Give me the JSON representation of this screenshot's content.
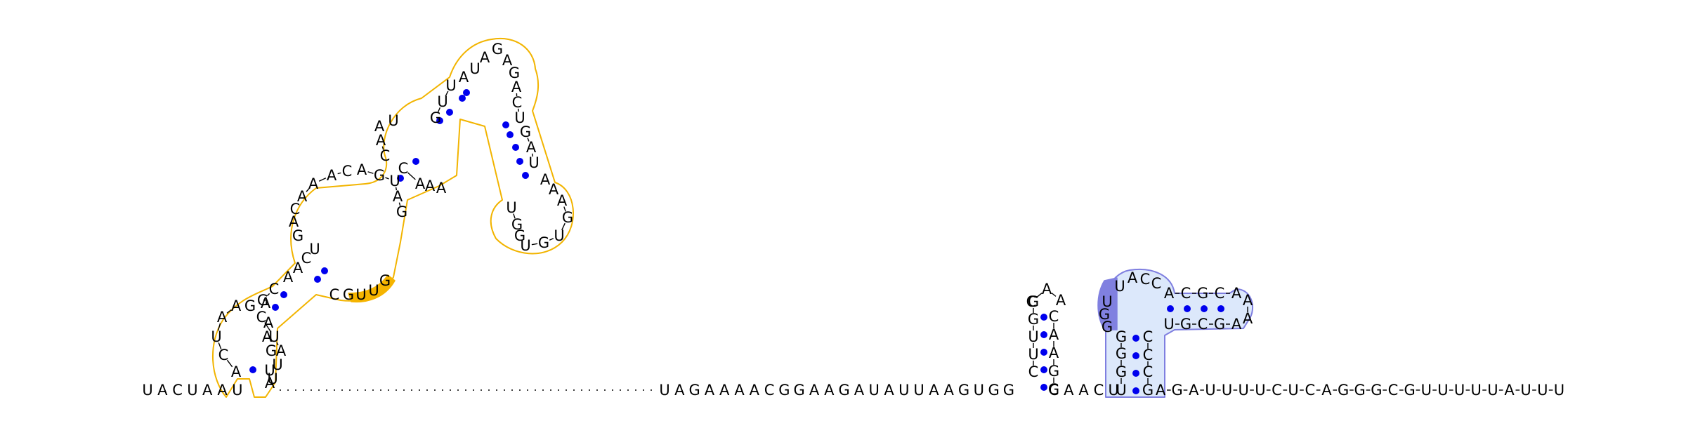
{
  "colors": {
    "background": "#ffffff",
    "letters": "#000000",
    "pair_dot": "#0000ee",
    "outline_orange": "#f2b400",
    "highlight_orange": "#f5b400",
    "outline_blue": "#7f7fe0",
    "fill_blue": "#dce8fb",
    "highlight_purple": "#8080e0"
  },
  "sequence": {
    "left_tail": [
      "U",
      "A",
      "C",
      "U",
      "A",
      "A",
      "U"
    ],
    "left_hairpin": {
      "five_prime_stem": [
        "A",
        "C",
        "U",
        "A",
        "A",
        "G",
        "G",
        "C"
      ],
      "apical_loop": [
        "A",
        "C",
        "U",
        "A",
        "U",
        "U"
      ],
      "three_prime_stem": [
        "A",
        "A",
        "G"
      ],
      "closing": [
        "U",
        "A"
      ]
    },
    "orange_domain_rows": [
      [
        "A",
        "A",
        "C",
        "U"
      ],
      [
        "C",
        "G",
        "U",
        "U",
        "G"
      ],
      [
        "G",
        "A",
        "C",
        "A",
        "A",
        "A",
        "C"
      ],
      [
        "A",
        "G",
        "U",
        "A",
        "G"
      ],
      [
        "U",
        "A",
        "A",
        "C"
      ],
      [
        "C",
        "A",
        "A",
        "A"
      ],
      [
        "G",
        "U",
        "U",
        "A",
        "U",
        "A",
        "G"
      ],
      [
        "A",
        "G",
        "A",
        "C",
        "U",
        "G",
        "A",
        "U"
      ],
      [
        "U",
        "G",
        "G",
        "U",
        "G",
        "U",
        "G",
        "A",
        "A",
        "A"
      ]
    ],
    "right_strand": [
      "U",
      "A",
      "G",
      "A",
      "A",
      "A",
      "A",
      "C",
      "G",
      "G",
      "A",
      "A",
      "G",
      "A",
      "U",
      "A",
      "U",
      "U",
      "A",
      "A",
      "G",
      "U",
      "G",
      "G"
    ],
    "small_hairpin": {
      "five_prime": [
        "C",
        "U",
        "U",
        "G",
        "G"
      ],
      "loop": [
        "C",
        "A",
        "A"
      ],
      "three_prime": [
        "C",
        "A",
        "A",
        "G",
        "G"
      ]
    },
    "linker": [
      "C",
      "A",
      "A",
      "C",
      "U"
    ],
    "blue_domain": {
      "outer_stem_left": [
        "U",
        "G",
        "G",
        "G"
      ],
      "outer_loop": [
        "U",
        "A",
        "C",
        "C"
      ],
      "inner_stem_top": [
        "A",
        "C",
        "G",
        "C",
        "A"
      ],
      "inner_loop": [
        "A",
        "A"
      ],
      "inner_stem_bottom": [
        "U",
        "G",
        "C",
        "G",
        "A"
      ],
      "outer_stem_right": [
        "C",
        "C",
        "C",
        "G"
      ],
      "purple_highlight": [
        "U",
        "G",
        "G"
      ]
    },
    "right_tail": [
      "A",
      "G",
      "A",
      "U",
      "U",
      "U",
      "U",
      "C",
      "U",
      "C",
      "A",
      "G",
      "G",
      "G",
      "C",
      "G",
      "U",
      "U",
      "U",
      "U",
      "U",
      "A",
      "U",
      "U",
      "U"
    ]
  }
}
